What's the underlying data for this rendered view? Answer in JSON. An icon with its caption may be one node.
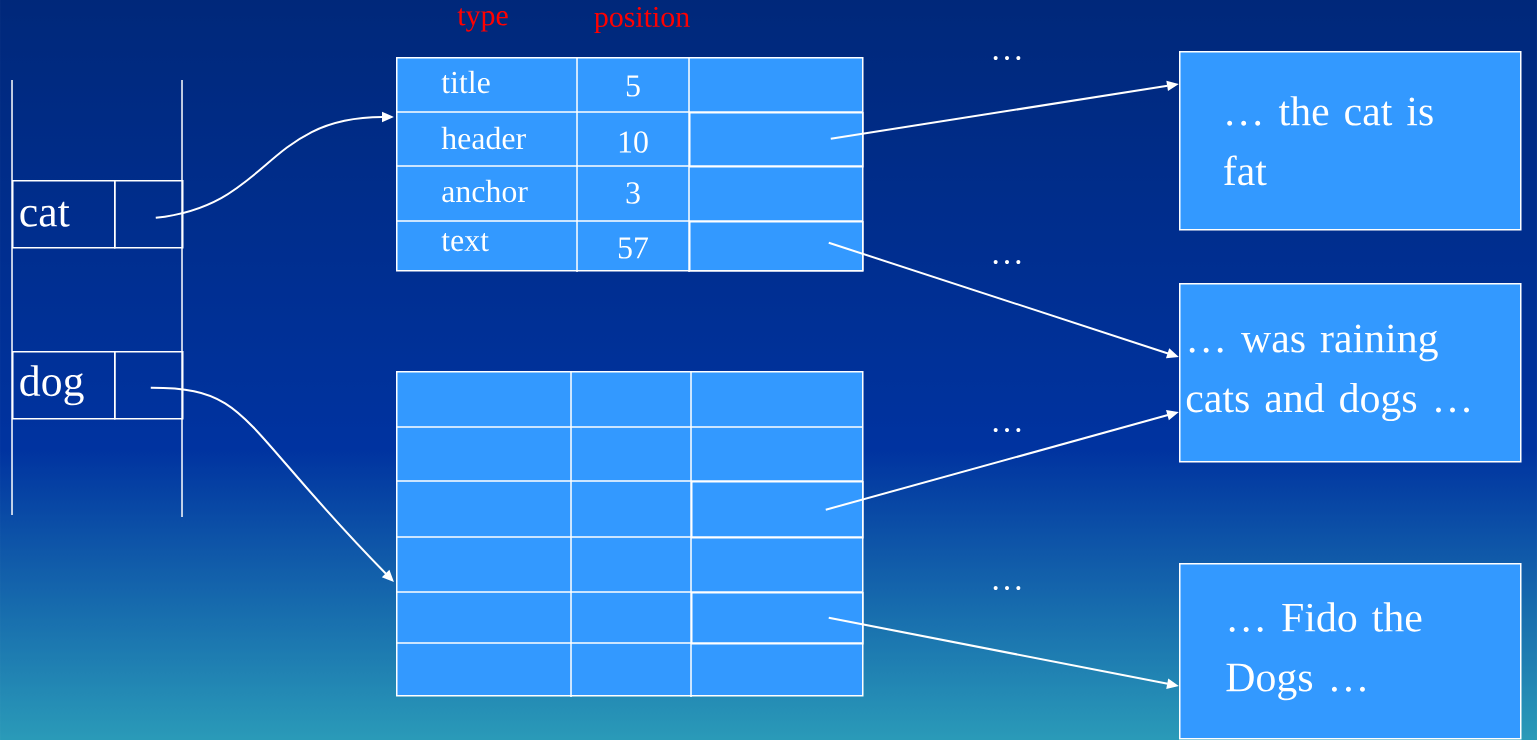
{
  "diagram": {
    "nodes": [
      {
        "text": [
          "cat"
        ]
      },
      {
        "text": [],
        "shape": "box"
      },
      {
        "text": [
          "dog"
        ]
      },
      {
        "text": [],
        "shape": "box"
      },
      {
        "text": [],
        "shape": "box"
      },
      {
        "text": [],
        "shape": "box",
        "in": 4
      },
      {
        "text": [],
        "shape": "box",
        "in": 4
      },
      {
        "text": [],
        "shape": "box"
      },
      {
        "text": [],
        "shape": "box",
        "in": 7
      },
      {
        "text": [],
        "shape": "box",
        "in": 7
      },
      {
        "text": [
          "… the cat is fat"
        ]
      },
      {
        "text": [
          "… was raining cats and dogs …"
        ]
      },
      {
        "text": [
          "… Fido the Dogs …"
        ]
      }
    ],
    "edges": [
      {
        "from": 1,
        "to": 4,
        "arrow": "to"
      },
      {
        "from": 5,
        "to": 10,
        "arrow": "to"
      },
      {
        "from": 6,
        "to": 11,
        "arrow": "to"
      },
      {
        "from": 8,
        "to": 11,
        "arrow": "to"
      },
      {
        "from": 9,
        "to": 12,
        "arrow": "to"
      },
      {
        "from": 3,
        "to": 7,
        "arrow": "to"
      }
    ],
    "labels": [
      "type",
      "position",
      "…",
      "title",
      "5",
      "header",
      "10",
      "anchor",
      "3",
      "text",
      "57",
      "…",
      "…",
      "…"
    ]
  }
}
